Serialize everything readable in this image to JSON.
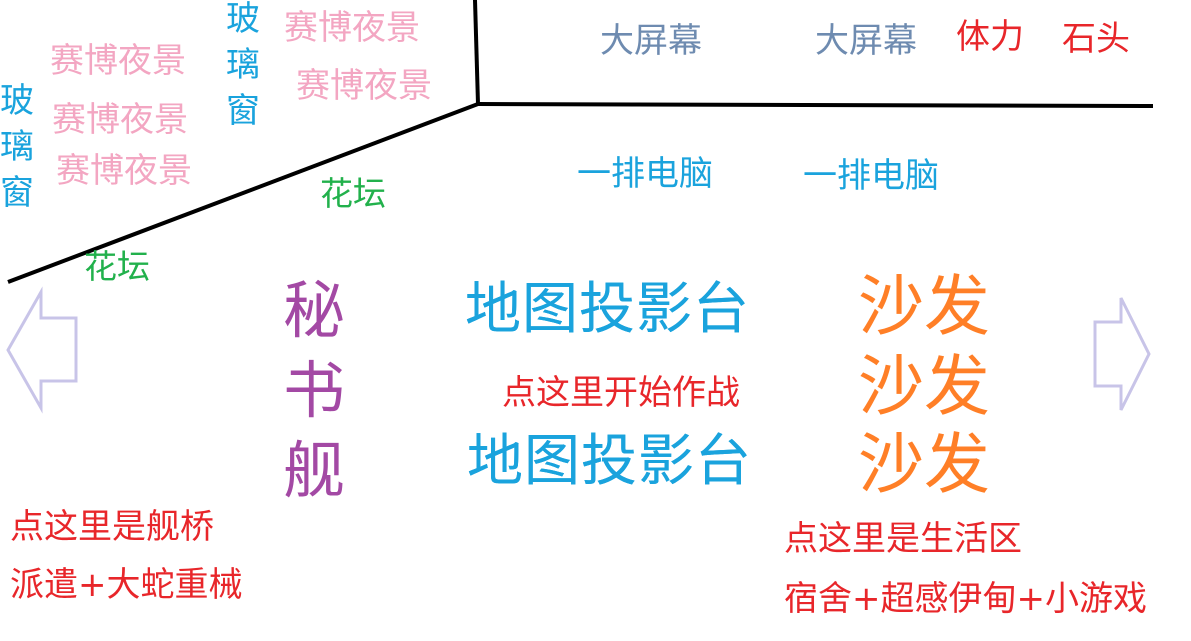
{
  "glass_window_label": [
    "玻",
    "璃",
    "窗"
  ],
  "cyber_night_label": "赛博夜景",
  "big_screen_label": "大屏幕",
  "stamina_label": "体力",
  "stone_label": "石头",
  "pc_row_label": "一排电脑",
  "flowerbed_label": "花坛",
  "secretary_ship_label": [
    "秘",
    "书",
    "舰"
  ],
  "map_projector_label": "地图投影台",
  "start_battle_label": "点这里开始作战",
  "sofa_label": "沙发",
  "bridge_label": "点这里是舰桥",
  "bridge_sub_label": "派遣+大蛇重械",
  "living_area_label": "点这里是生活区",
  "living_area_sub_label": "宿舍+超感伊甸+小游戏",
  "colors": {
    "pink": "#f3a6c2",
    "blue": "#1aa3dd",
    "slate": "#6e8bb0",
    "red": "#e8262a",
    "green": "#22b14c",
    "purple": "#a349a4",
    "orange": "#ff7f27",
    "arrow": "#c8c4e8"
  }
}
